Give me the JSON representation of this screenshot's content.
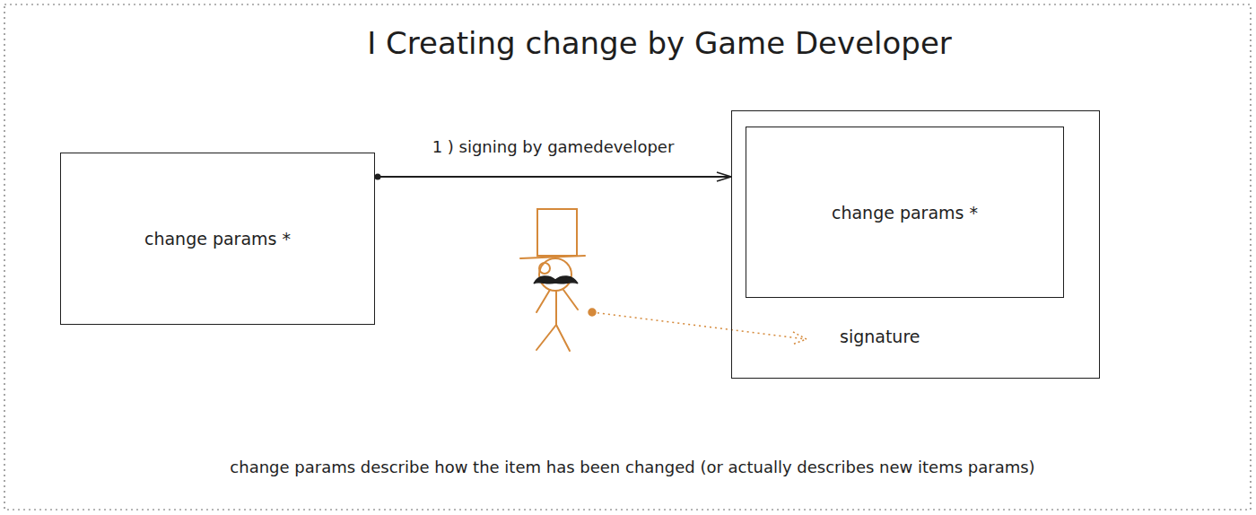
{
  "diagram": {
    "title": "I Creating change by Game Developer",
    "nodes": [
      {
        "text": [
          "change params *"
        ]
      },
      {
        "text": [
          "signature"
        ]
      },
      {
        "text": [
          "change params *"
        ],
        "in": 1
      }
    ],
    "edges": [
      {
        "from": 0,
        "to": 1,
        "label": "1 ) signing by gamedeveloper",
        "arrow": "to"
      }
    ],
    "labels": [
      "change params describe how the item has been changed (or actually describes new items params)"
    ]
  }
}
